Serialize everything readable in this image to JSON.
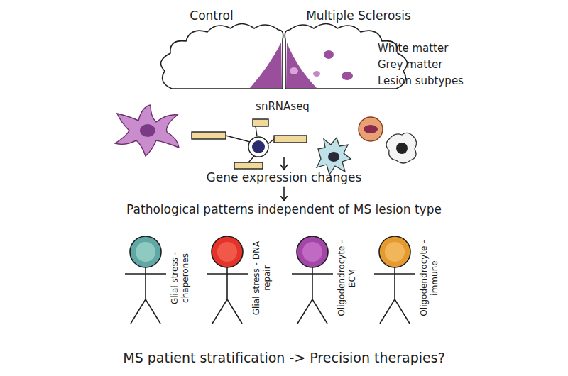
{
  "diagram": {
    "nodes": [
      {
        "text": [
          "Gene expression changes"
        ]
      },
      {
        "text": [
          "Pathological patterns independent of MS lesion type"
        ]
      }
    ],
    "edges": [
      {
        "from": 0,
        "to": 1,
        "arrow": "to"
      }
    ],
    "labels": [
      "Control",
      "Multiple Sclerosis",
      "White matter",
      "Grey matter",
      "Lesion subtypes",
      "snRNAseq",
      "Glial stress - chaperones",
      "Glial stress - DNA repair",
      "Oligodendrocyte - ECM",
      "Oligodendrocyte - immune",
      "MS patient stratification -> Precision therapies?"
    ]
  }
}
